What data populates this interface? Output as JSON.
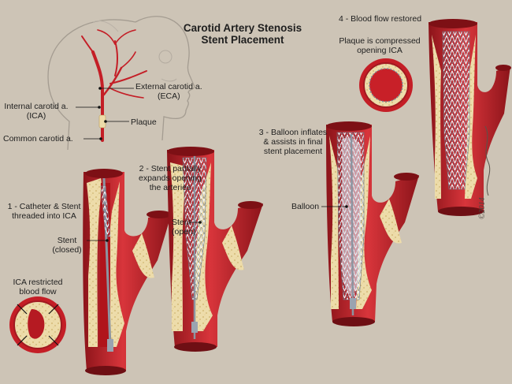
{
  "title": {
    "line1": "Carotid Artery Stenosis",
    "line2": "Stent Placement"
  },
  "head_labels": {
    "external_line1": "External carotid a.",
    "external_line2": "(ECA)",
    "internal_line1": "Internal carotid a.",
    "internal_line2": "(ICA)",
    "plaque": "Plaque",
    "common": "Common carotid a."
  },
  "steps": [
    {
      "line1": "1 - Catheter & Stent",
      "line2": "threaded into ICA",
      "line3": ""
    },
    {
      "line1": "2 - Stent partially",
      "line2": "expands opening",
      "line3": "the arteries"
    },
    {
      "line1": "3 - Balloon inflates",
      "line2": "& assists in final",
      "line3": "stent placement"
    },
    {
      "line1": "4 - Blood flow restored",
      "line2": "",
      "line3": ""
    }
  ],
  "callouts": {
    "stent_closed_line1": "Stent",
    "stent_closed_line2": "(closed)",
    "stent_open_line1": "Stent",
    "stent_open_line2": "(open)",
    "balloon": "Balloon",
    "restricted_line1": "ICA restricted",
    "restricted_line2": "blood flow",
    "compressed_line1": "Plaque is compressed",
    "compressed_line2": "opening ICA"
  },
  "copyright": "©2014",
  "colors": {
    "background": "#cdc4b6",
    "artery": "#c8202a",
    "artery_dark": "#8e1318",
    "plaque": "#eddcaa",
    "stent": "#c4ccd8"
  }
}
